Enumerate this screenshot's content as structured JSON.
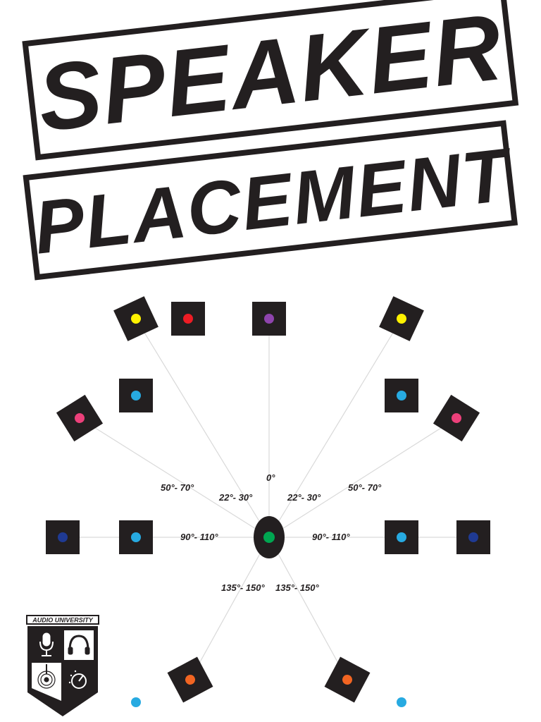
{
  "title": {
    "line1": "SPEAKER",
    "line2": "PLACEMENT"
  },
  "angles": {
    "front_center": "0°",
    "front_left": "22°- 30°",
    "front_right": "22°- 30°",
    "front_wide_left": "50°- 70°",
    "front_wide_right": "50°- 70°",
    "side_left": "90°- 110°",
    "side_right": "90°- 110°",
    "rear_left": "135°- 150°",
    "rear_right": "135°- 150°"
  },
  "logo": {
    "name": "AUDIO UNIVERSITY",
    "icons": [
      "microphone-icon",
      "headphones-icon",
      "vinyl-record-icon",
      "knob-icon"
    ]
  },
  "colors": {
    "ink": "#231f20",
    "line": "#d9d9d9",
    "listener_dot": "#00a651",
    "front_wide": "#fff200",
    "front_left_right": "#ed1c24",
    "center": "#8e44ad",
    "surround_front": "#27aae1",
    "wide": "#ec407a",
    "side": "#1f3a93",
    "rear": "#f26522"
  }
}
